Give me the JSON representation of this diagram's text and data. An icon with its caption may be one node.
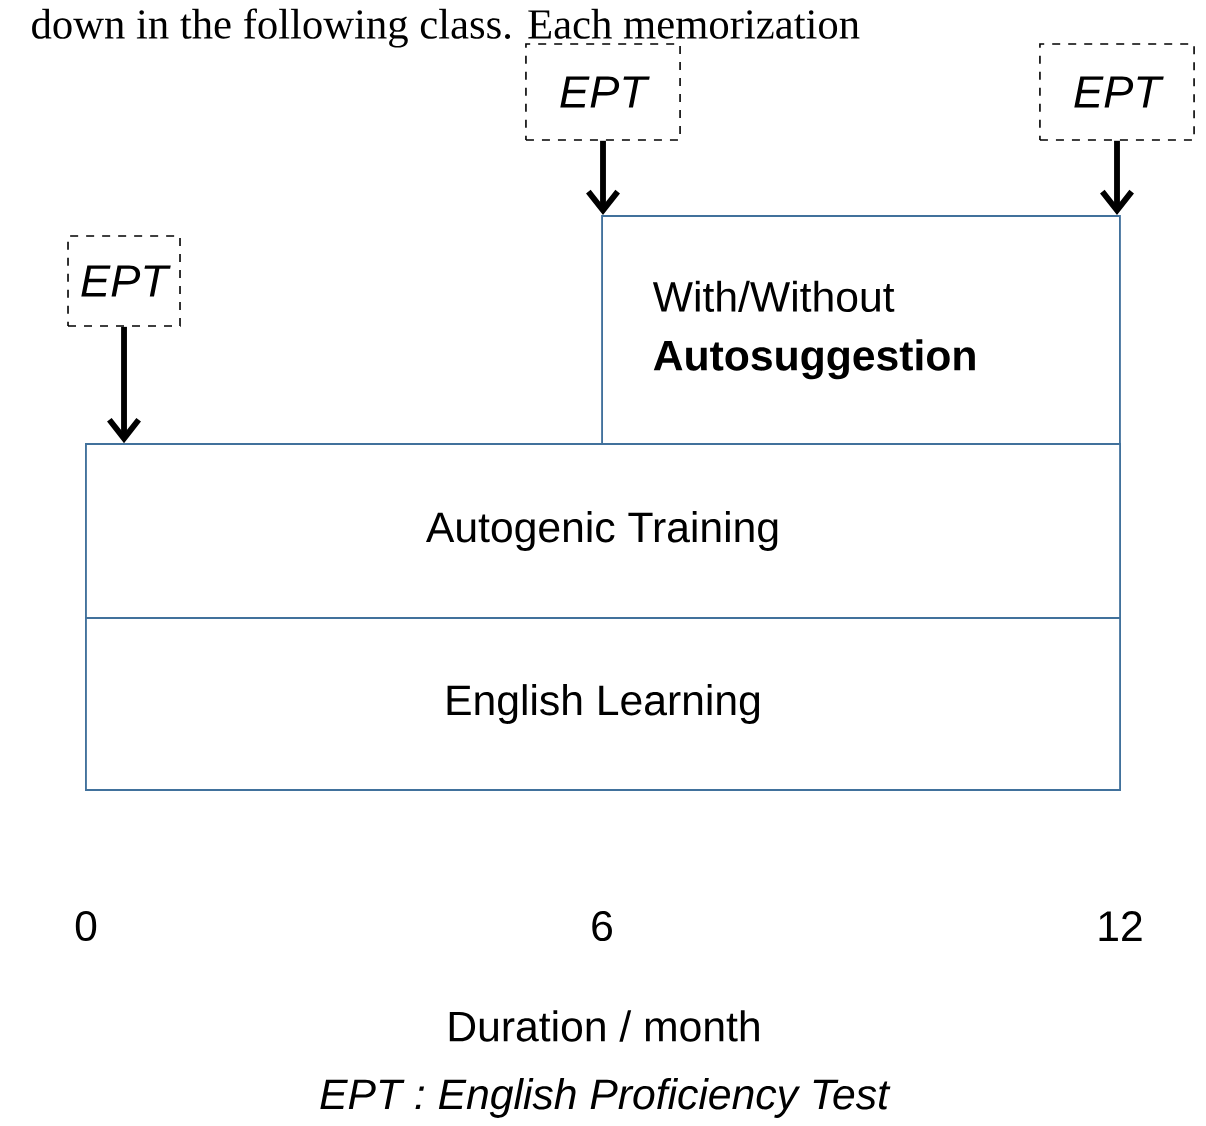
{
  "diagram": {
    "nodes": [
      {
        "text": [
          "EPT"
        ]
      },
      {
        "text": [
          "EPT"
        ]
      },
      {
        "text": [
          "EPT"
        ]
      },
      {
        "text": [
          "With/Without **Autosuggestion**"
        ]
      },
      {
        "text": [
          "Autogenic Training"
        ]
      },
      {
        "text": [
          "English Learning"
        ]
      }
    ],
    "edges": [
      {
        "from": 0,
        "to": 4,
        "arrow": "to"
      },
      {
        "from": 1,
        "to": 3,
        "arrow": "to"
      },
      {
        "from": 2,
        "to": 3,
        "arrow": "to"
      }
    ],
    "labels": [
      "down in the following class. Each memorization",
      "0",
      "6",
      "12",
      "Duration / month",
      "EPT : English Proficiency Test"
    ]
  }
}
